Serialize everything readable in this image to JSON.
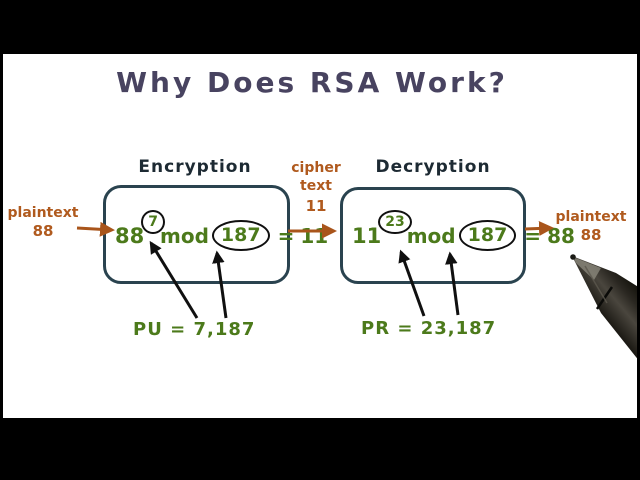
{
  "title": {
    "text": "Why Does RSA Work?",
    "color": "#484360"
  },
  "encryption": {
    "label": "Encryption",
    "formula": {
      "base": "88",
      "exponent": "7",
      "operator": "mod",
      "modulus": "187",
      "equals": "=",
      "result": "11"
    }
  },
  "decryption": {
    "label": "Decryption",
    "formula": {
      "base": "11",
      "exponent": "23",
      "operator": "mod",
      "modulus": "187",
      "equals": "=",
      "result": "88"
    }
  },
  "cipher": {
    "line1": "cipher",
    "line2": "text",
    "value": "11"
  },
  "plaintext_left": {
    "label": "plaintext",
    "value": "88"
  },
  "plaintext_right": {
    "label": "plaintext",
    "value": "88"
  },
  "public_key": {
    "label": "PU",
    "equals": "=",
    "value": "7,187"
  },
  "private_key": {
    "label": "PR",
    "equals": "=",
    "value": "23,187"
  },
  "colors": {
    "orange": "#b05a1e",
    "green": "#4c7a1b",
    "title": "#484360",
    "heading": "#1d2a33",
    "box_border": "#2a434f",
    "annotation_black": "#101010",
    "letterbox": "#000000",
    "background": "#ffffff"
  }
}
